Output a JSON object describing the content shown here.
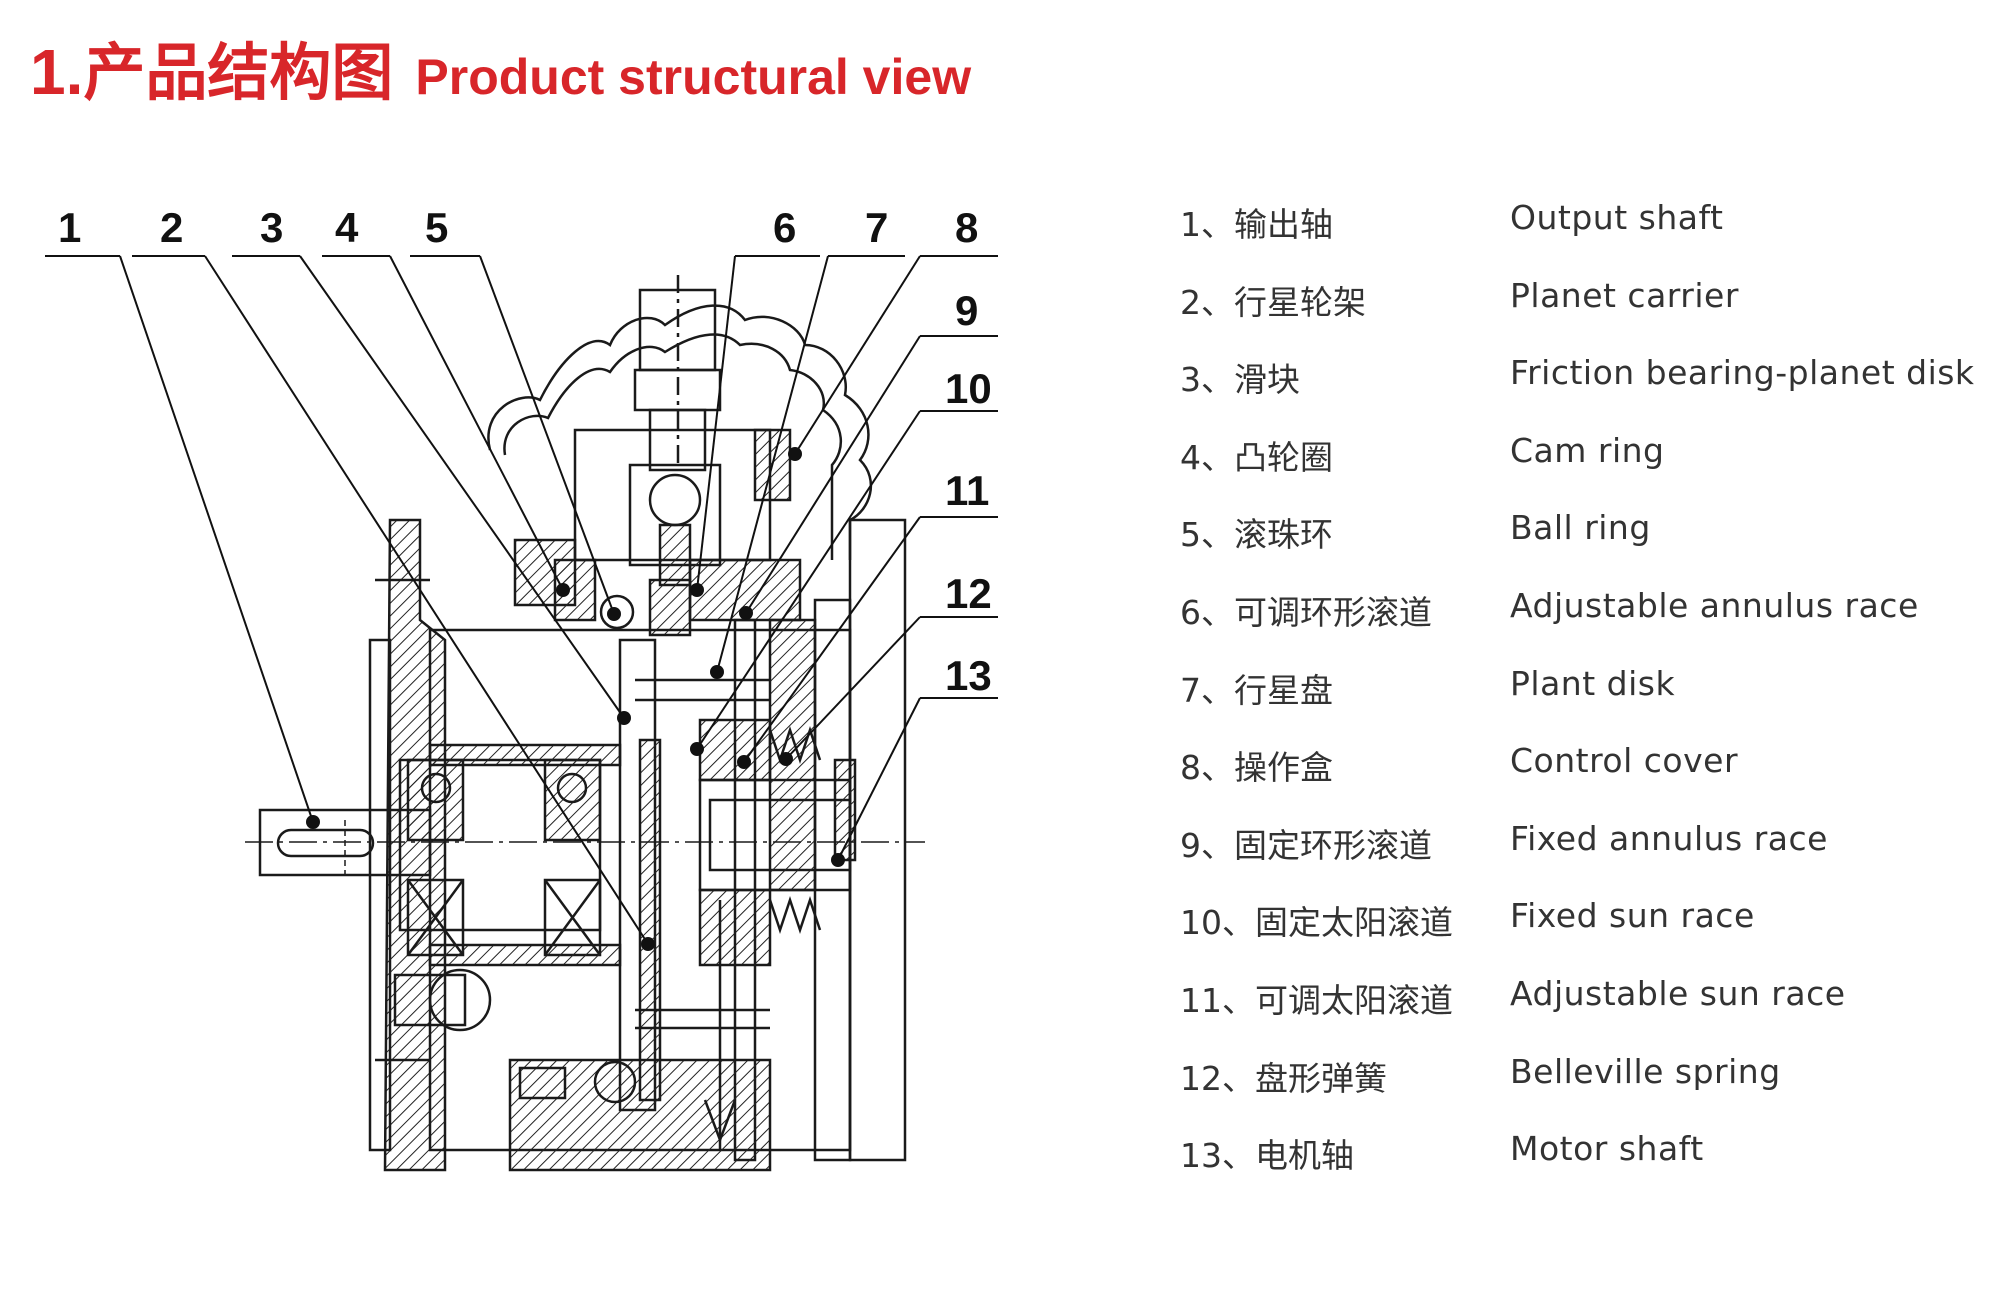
{
  "title": {
    "number": "1.",
    "zh": "产品结构图",
    "en": "Product structural view"
  },
  "callouts": [
    "1",
    "2",
    "3",
    "4",
    "5",
    "6",
    "7",
    "8",
    "9",
    "10",
    "11",
    "12",
    "13"
  ],
  "legend": [
    {
      "zh": "1、输出轴",
      "en": "Output shaft"
    },
    {
      "zh": "2、行星轮架",
      "en": "Planet carrier"
    },
    {
      "zh": "3、滑块",
      "en": "Friction bearing-planet disk"
    },
    {
      "zh": "4、凸轮圈",
      "en": "Cam ring"
    },
    {
      "zh": "5、滚珠环",
      "en": "Ball ring"
    },
    {
      "zh": "6、可调环形滚道",
      "en": "Adjustable annulus race"
    },
    {
      "zh": "7、行星盘",
      "en": "Plant disk"
    },
    {
      "zh": "8、操作盒",
      "en": "Control cover"
    },
    {
      "zh": "9、固定环形滚道",
      "en": "Fixed annulus race"
    },
    {
      "zh": "10、固定太阳滚道",
      "en": "Fixed sun race"
    },
    {
      "zh": "11、可调太阳滚道",
      "en": "Adjustable sun race"
    },
    {
      "zh": "12、盘形弹簧",
      "en": "Belleville spring"
    },
    {
      "zh": "13、电机轴",
      "en": "Motor shaft"
    }
  ]
}
